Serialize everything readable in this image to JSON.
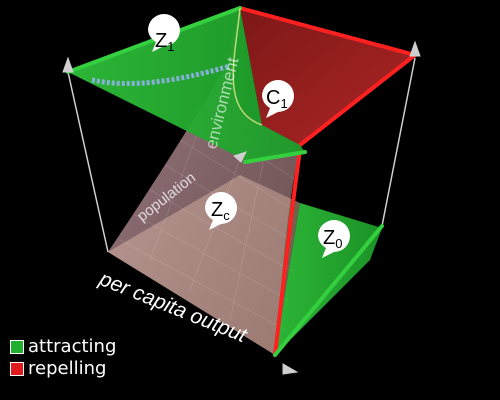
{
  "labels": {
    "z1": {
      "main": "Z",
      "sub": "1"
    },
    "c1": {
      "main": "C",
      "sub": "1"
    },
    "zc": {
      "main": "Z",
      "sub": "c"
    },
    "z0": {
      "main": "Z",
      "sub": "0"
    }
  },
  "axes": {
    "x": "per capita output",
    "y": "population",
    "z": "environment"
  },
  "legend": [
    {
      "label": "attracting",
      "color": "#1fae2e"
    },
    {
      "label": "repelling",
      "color": "#e01b1b"
    }
  ],
  "colors": {
    "attracting": "#1fae2e",
    "repelling": "#e01b1b",
    "unstable_surface": "#e8a3b4",
    "background": "#000000"
  }
}
